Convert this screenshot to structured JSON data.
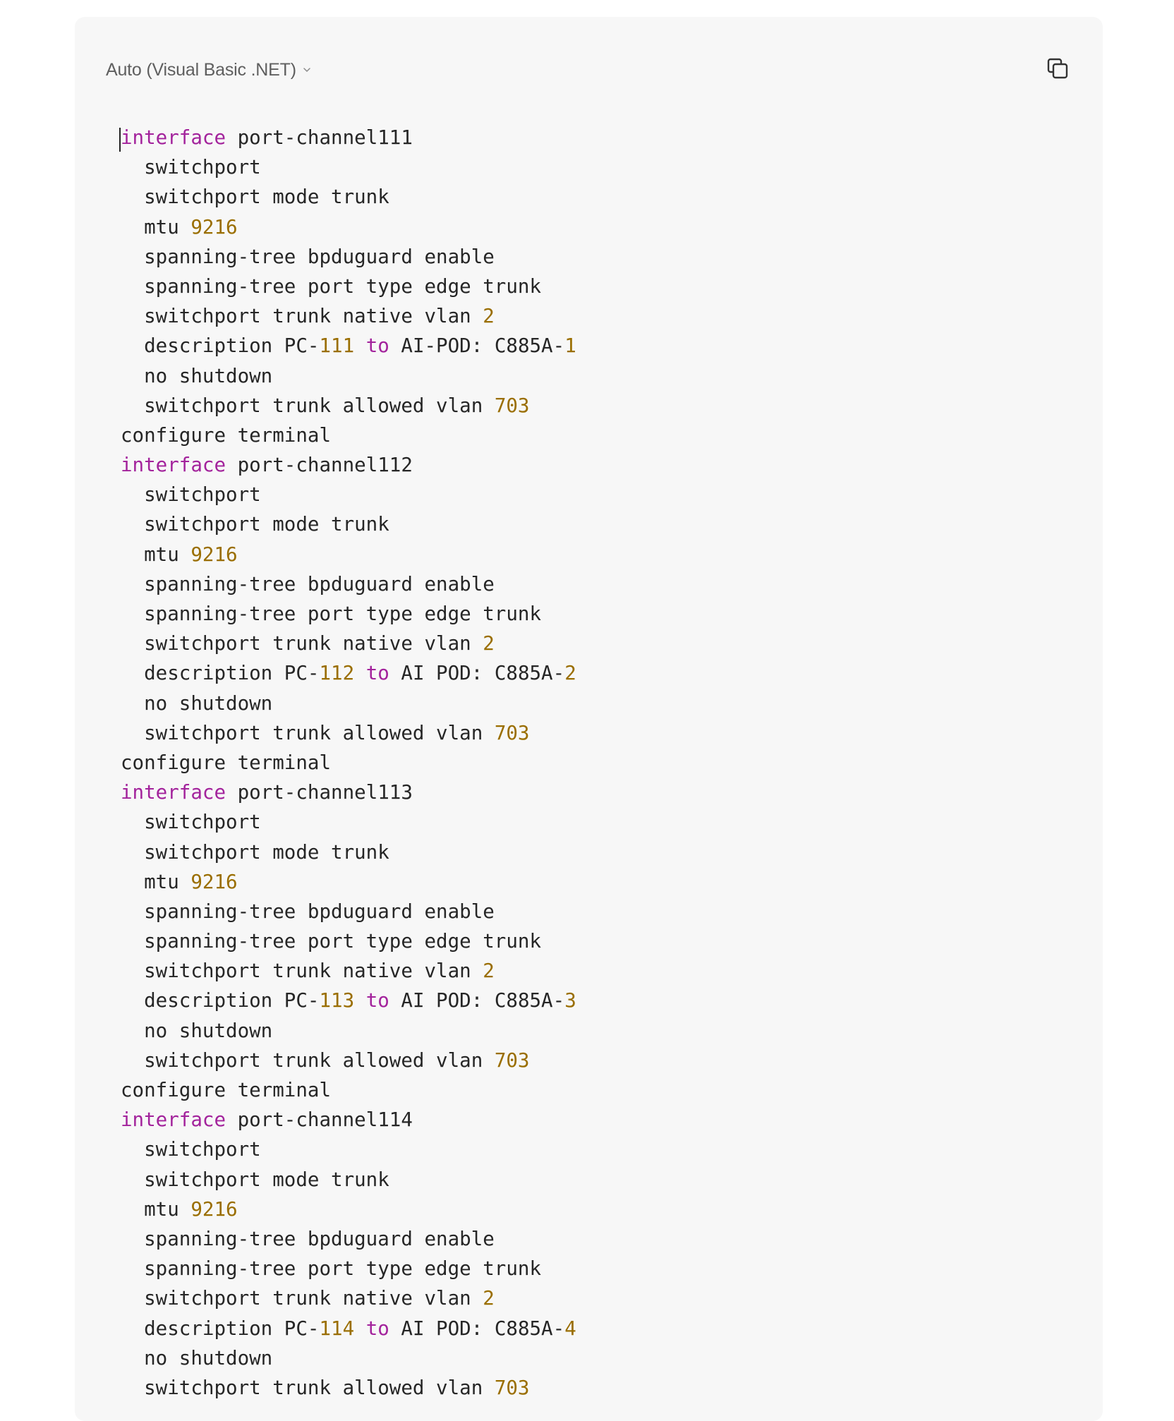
{
  "header": {
    "language_label": "Auto (Visual Basic .NET)",
    "language_dropdown_icon": "chevron-down-icon",
    "copy_icon": "copy-icon"
  },
  "colors": {
    "background": "#ffffff",
    "card": "#f7f7f7",
    "text": "#262626",
    "keyword": "#a3239c",
    "number": "#9a6e00",
    "label": "#5f5f5f"
  },
  "code": {
    "lines": [
      [
        {
          "t": "interface",
          "c": "kw"
        },
        {
          "t": " port-channel111"
        }
      ],
      [
        {
          "t": "  switchport"
        }
      ],
      [
        {
          "t": "  switchport mode trunk"
        }
      ],
      [
        {
          "t": "  mtu "
        },
        {
          "t": "9216",
          "c": "num"
        }
      ],
      [
        {
          "t": "  spanning-tree bpduguard enable"
        }
      ],
      [
        {
          "t": "  spanning-tree port type edge trunk"
        }
      ],
      [
        {
          "t": "  switchport trunk native vlan "
        },
        {
          "t": "2",
          "c": "num"
        }
      ],
      [
        {
          "t": "  description PC-"
        },
        {
          "t": "111",
          "c": "num"
        },
        {
          "t": " "
        },
        {
          "t": "to",
          "c": "kw"
        },
        {
          "t": " AI-POD: C885A-"
        },
        {
          "t": "1",
          "c": "num"
        }
      ],
      [
        {
          "t": "  no shutdown"
        }
      ],
      [
        {
          "t": "  switchport trunk allowed vlan "
        },
        {
          "t": "703",
          "c": "num"
        }
      ],
      [
        {
          "t": "configure terminal"
        }
      ],
      [
        {
          "t": "interface",
          "c": "kw"
        },
        {
          "t": " port-channel112"
        }
      ],
      [
        {
          "t": "  switchport"
        }
      ],
      [
        {
          "t": "  switchport mode trunk"
        }
      ],
      [
        {
          "t": "  mtu "
        },
        {
          "t": "9216",
          "c": "num"
        }
      ],
      [
        {
          "t": "  spanning-tree bpduguard enable"
        }
      ],
      [
        {
          "t": "  spanning-tree port type edge trunk"
        }
      ],
      [
        {
          "t": "  switchport trunk native vlan "
        },
        {
          "t": "2",
          "c": "num"
        }
      ],
      [
        {
          "t": "  description PC-"
        },
        {
          "t": "112",
          "c": "num"
        },
        {
          "t": " "
        },
        {
          "t": "to",
          "c": "kw"
        },
        {
          "t": " AI POD: C885A-"
        },
        {
          "t": "2",
          "c": "num"
        }
      ],
      [
        {
          "t": "  no shutdown"
        }
      ],
      [
        {
          "t": "  switchport trunk allowed vlan "
        },
        {
          "t": "703",
          "c": "num"
        }
      ],
      [
        {
          "t": "configure terminal"
        }
      ],
      [
        {
          "t": "interface",
          "c": "kw"
        },
        {
          "t": " port-channel113"
        }
      ],
      [
        {
          "t": "  switchport"
        }
      ],
      [
        {
          "t": "  switchport mode trunk"
        }
      ],
      [
        {
          "t": "  mtu "
        },
        {
          "t": "9216",
          "c": "num"
        }
      ],
      [
        {
          "t": "  spanning-tree bpduguard enable"
        }
      ],
      [
        {
          "t": "  spanning-tree port type edge trunk"
        }
      ],
      [
        {
          "t": "  switchport trunk native vlan "
        },
        {
          "t": "2",
          "c": "num"
        }
      ],
      [
        {
          "t": "  description PC-"
        },
        {
          "t": "113",
          "c": "num"
        },
        {
          "t": " "
        },
        {
          "t": "to",
          "c": "kw"
        },
        {
          "t": " AI POD: C885A-"
        },
        {
          "t": "3",
          "c": "num"
        }
      ],
      [
        {
          "t": "  no shutdown"
        }
      ],
      [
        {
          "t": "  switchport trunk allowed vlan "
        },
        {
          "t": "703",
          "c": "num"
        }
      ],
      [
        {
          "t": "configure terminal"
        }
      ],
      [
        {
          "t": "interface",
          "c": "kw"
        },
        {
          "t": " port-channel114"
        }
      ],
      [
        {
          "t": "  switchport"
        }
      ],
      [
        {
          "t": "  switchport mode trunk"
        }
      ],
      [
        {
          "t": "  mtu "
        },
        {
          "t": "9216",
          "c": "num"
        }
      ],
      [
        {
          "t": "  spanning-tree bpduguard enable"
        }
      ],
      [
        {
          "t": "  spanning-tree port type edge trunk"
        }
      ],
      [
        {
          "t": "  switchport trunk native vlan "
        },
        {
          "t": "2",
          "c": "num"
        }
      ],
      [
        {
          "t": "  description PC-"
        },
        {
          "t": "114",
          "c": "num"
        },
        {
          "t": " "
        },
        {
          "t": "to",
          "c": "kw"
        },
        {
          "t": " AI POD: C885A-"
        },
        {
          "t": "4",
          "c": "num"
        }
      ],
      [
        {
          "t": "  no shutdown"
        }
      ],
      [
        {
          "t": "  switchport trunk allowed vlan "
        },
        {
          "t": "703",
          "c": "num"
        }
      ]
    ]
  }
}
